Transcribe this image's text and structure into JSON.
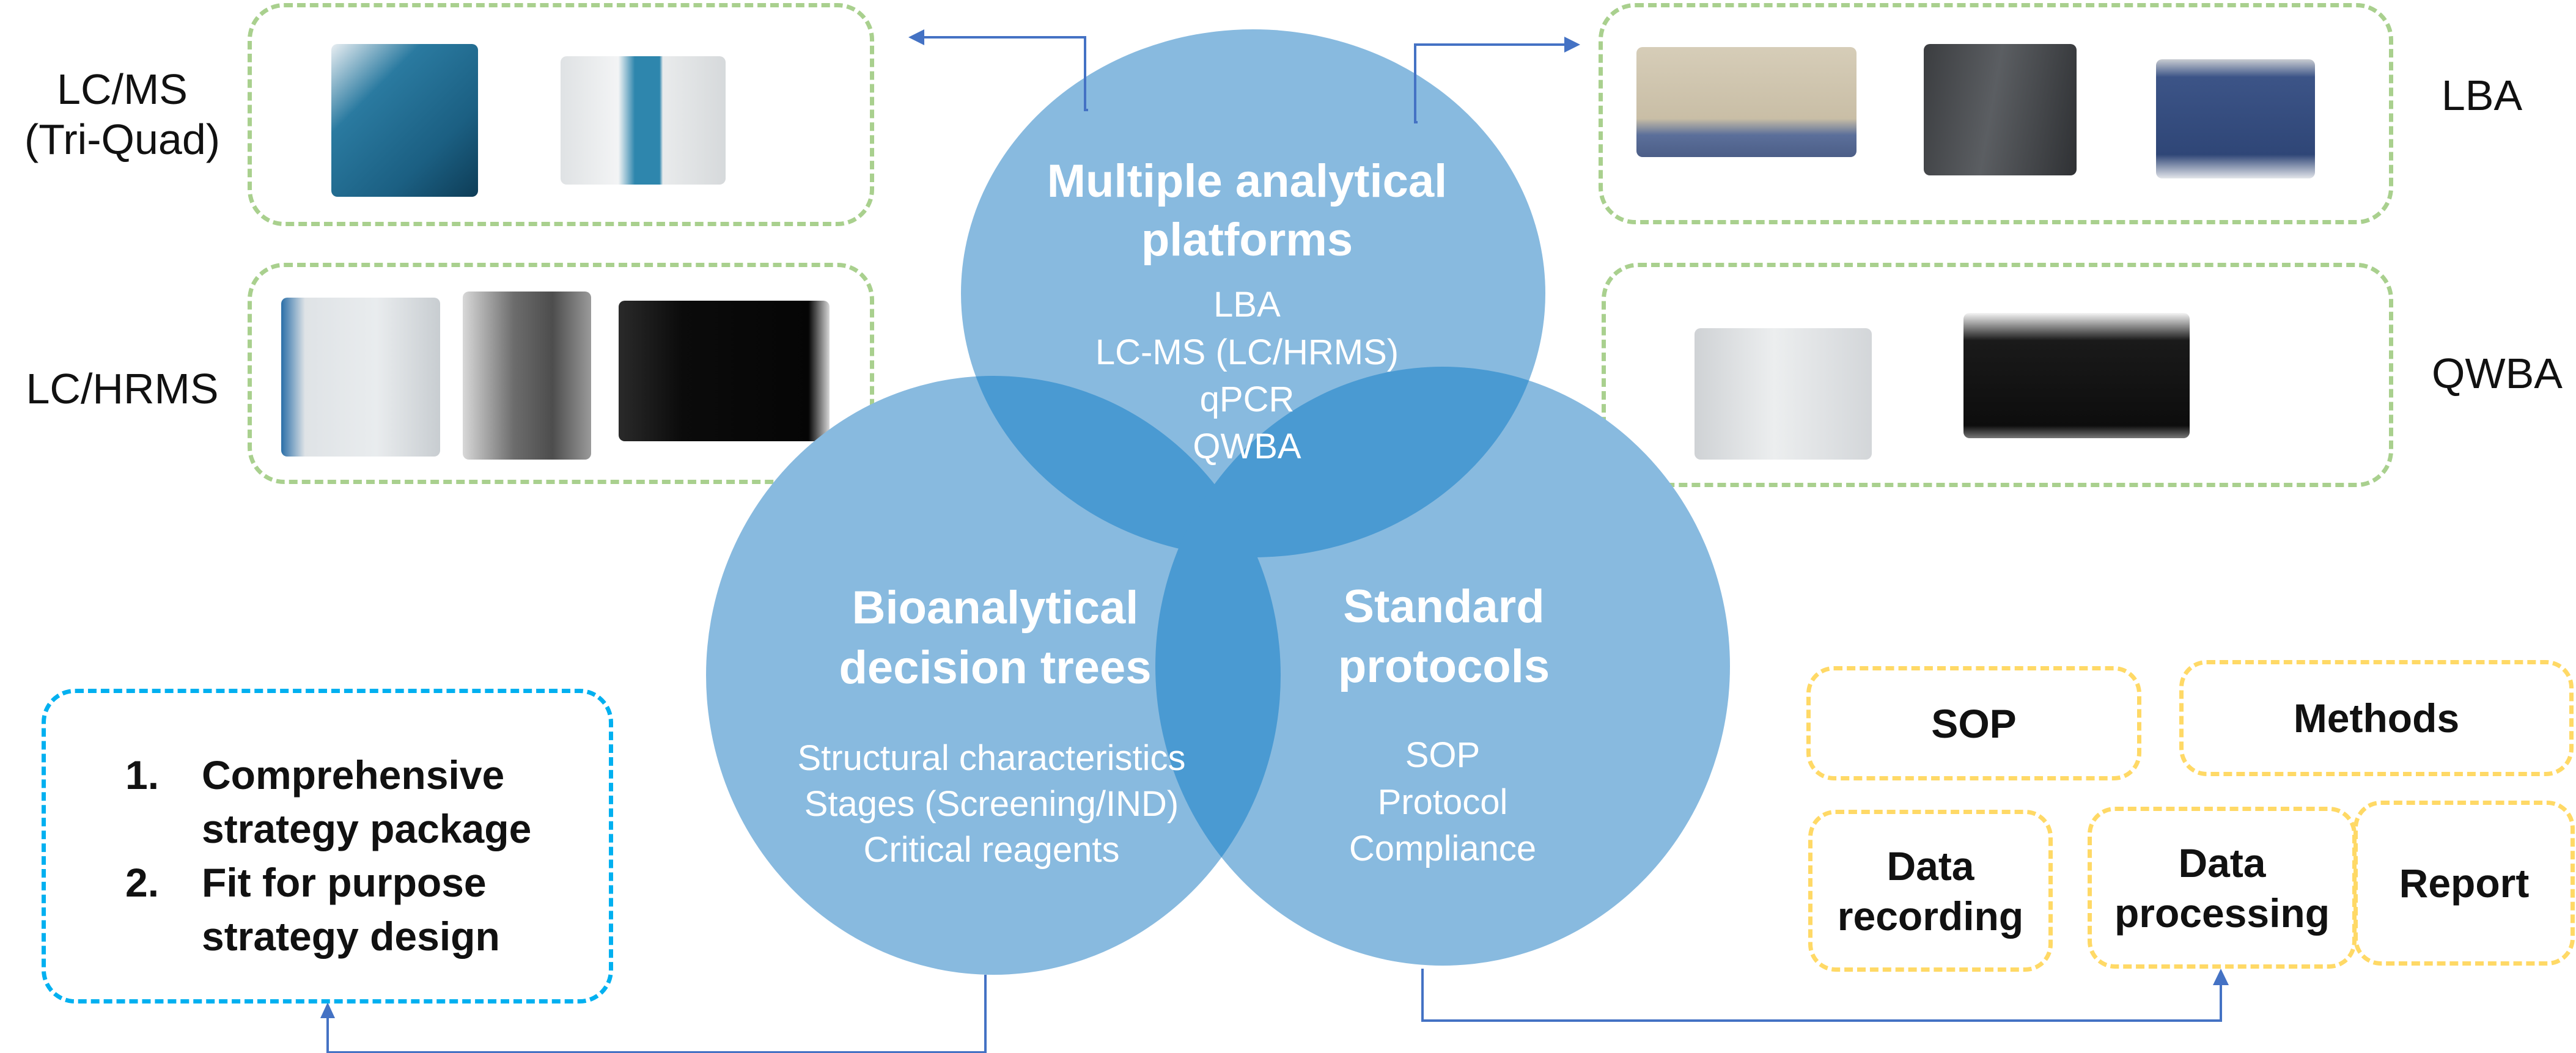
{
  "colors": {
    "circle_fill": "#88BADF",
    "overlap_fill": "#4A9AD2",
    "arrow": "#4472C4",
    "instrument_box_border": "#A9D08E",
    "strategy_box_border": "#00B0F0",
    "protocol_box_border": "#FFD966"
  },
  "instrument_groups": [
    {
      "label_lines": [
        "LC/MS",
        "(Tri-Quad)"
      ],
      "instruments": [
        "triple-quad-ms-blue",
        "triple-quad-ms-white"
      ]
    },
    {
      "label_lines": [
        "LC/HRMS"
      ],
      "instruments": [
        "orbitrap-hrms-white-blue",
        "qtof-hrms-gray",
        "orbitrap-hrms-black"
      ]
    },
    {
      "label_lines": [
        "LBA"
      ],
      "instruments": [
        "microplate-reader",
        "immunoassay-analyzer-dark",
        "automated-analyzer-blue"
      ]
    },
    {
      "label_lines": [
        "QWBA"
      ],
      "instruments": [
        "cryomicrotome",
        "phosphor-imager"
      ]
    }
  ],
  "circles": {
    "platforms": {
      "title_lines": [
        "Multiple analytical",
        "platforms"
      ],
      "items": [
        "LBA",
        "LC-MS (LC/HRMS)",
        "qPCR",
        "QWBA"
      ]
    },
    "decision_trees": {
      "title_lines": [
        "Bioanalytical",
        "decision trees"
      ],
      "items": [
        "Structural characteristics",
        "Stages (Screening/IND)",
        "Critical reagents"
      ]
    },
    "protocols": {
      "title_lines": [
        "Standard",
        "protocols"
      ],
      "items": [
        "SOP",
        "Protocol",
        "Compliance"
      ]
    }
  },
  "strategy_box": {
    "items": [
      {
        "num": "1.",
        "lines": [
          "Comprehensive",
          "strategy package"
        ]
      },
      {
        "num": "2.",
        "lines": [
          "Fit for purpose",
          "strategy design"
        ]
      }
    ]
  },
  "protocol_boxes": {
    "sop": "SOP",
    "methods": "Methods",
    "data_recording": [
      "Data",
      "recording"
    ],
    "data_processing": [
      "Data",
      "processing"
    ],
    "report": "Report"
  }
}
